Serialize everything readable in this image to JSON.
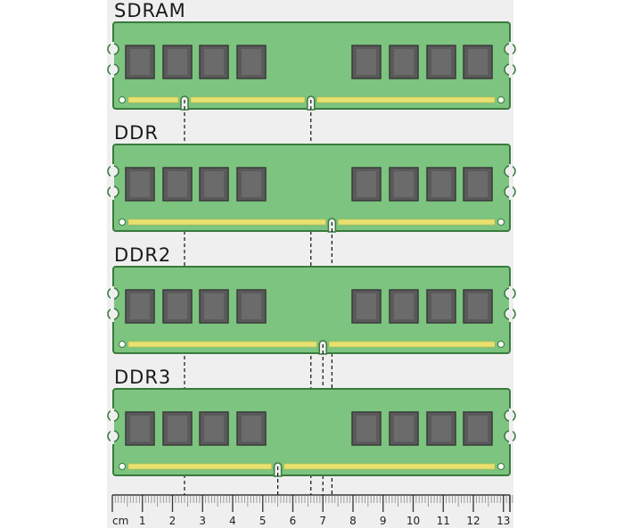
{
  "title": "RAM module notch positions",
  "modules": [
    {
      "name": "SDRAM",
      "notches_cm": [
        2.4,
        6.6
      ]
    },
    {
      "name": "DDR",
      "notches_cm": [
        7.3
      ]
    },
    {
      "name": "DDR2",
      "notches_cm": [
        7.0
      ]
    },
    {
      "name": "DDR3",
      "notches_cm": [
        5.5
      ]
    }
  ],
  "ruler": {
    "unit": "cm",
    "labels": [
      "1",
      "2",
      "3",
      "4",
      "5",
      "6",
      "7",
      "8",
      "9",
      "10",
      "11",
      "12",
      "13"
    ],
    "max_cm": 13.3
  },
  "colors": {
    "pcb": "#7cc47f",
    "pcb_border": "#3a7a3e",
    "chip": "#5a5a5a",
    "contacts": "#e8e070",
    "background": "#efefef"
  }
}
